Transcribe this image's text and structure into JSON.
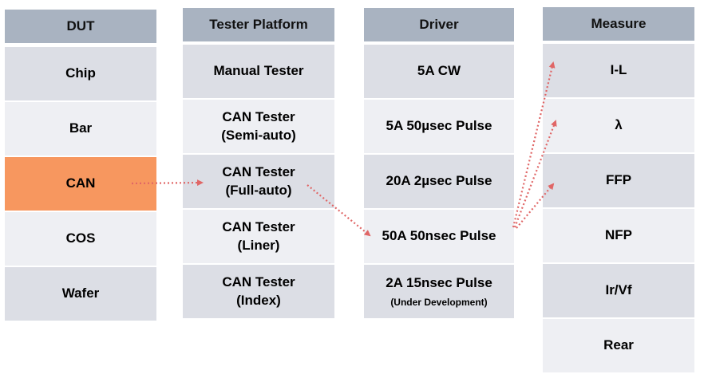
{
  "headers": {
    "dut": "DUT",
    "tester": "Tester Platform",
    "driver": "Driver",
    "measure": "Measure"
  },
  "dut": [
    "Chip",
    "Bar",
    "CAN",
    "COS",
    "Wafer"
  ],
  "tester": [
    [
      "Manual Tester"
    ],
    [
      "CAN Tester",
      "(Semi-auto)"
    ],
    [
      "CAN Tester",
      "(Full-auto)"
    ],
    [
      "CAN Tester",
      "(Liner)"
    ],
    [
      "CAN Tester",
      "(Index)"
    ]
  ],
  "driver": [
    {
      "label": "5A CW"
    },
    {
      "label": "5A 50µsec Pulse"
    },
    {
      "label": "20A 2µsec Pulse"
    },
    {
      "label": "50A 50nsec Pulse"
    },
    {
      "label": "2A 15nsec Pulse",
      "note": "(Under Development)"
    }
  ],
  "measure": [
    "I-L",
    "λ",
    "FFP",
    "NFP",
    "Ir/Vf",
    "Rear"
  ],
  "colors": {
    "header": "#a9b3c1",
    "cell_dark": "#dcdee5",
    "cell_light": "#eeeff3",
    "highlight": "#f7975f",
    "arrow": "#e06666"
  }
}
